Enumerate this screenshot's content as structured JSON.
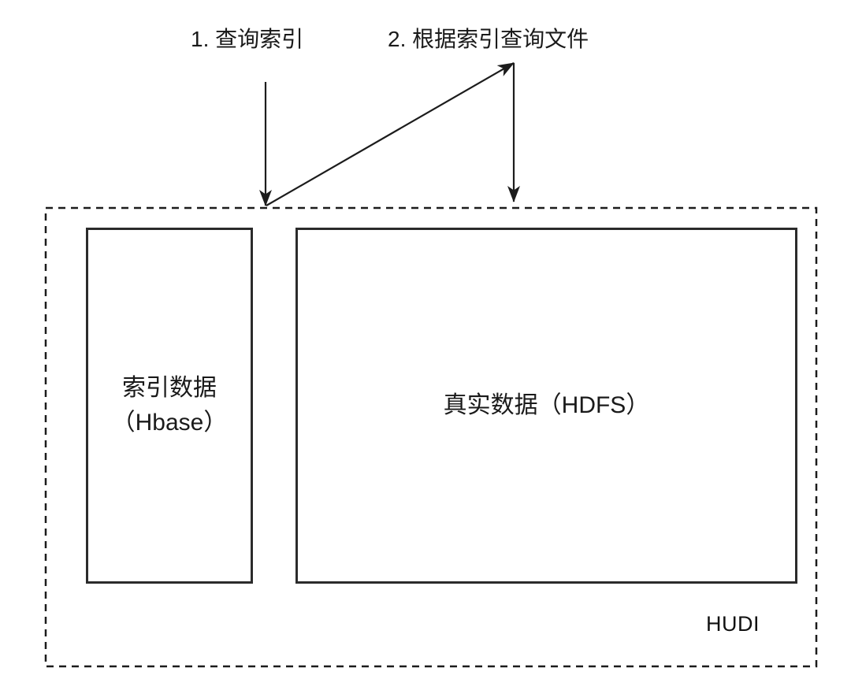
{
  "diagram": {
    "colors": {
      "background": "#ffffff",
      "line": "#1c1c1c",
      "text": "#1a1a1a"
    },
    "annotations": {
      "step1": "1. 查询索引",
      "step2": "2. 根据索引查询文件"
    },
    "container": {
      "label": "HUDI"
    },
    "boxes": {
      "index": {
        "line1": "索引数据",
        "line2": "（Hbase）"
      },
      "data": {
        "label": "真实数据（HDFS）"
      }
    },
    "arrows": [
      {
        "name": "step1-query-index-arrow",
        "shape": "vertical-down-arrow"
      },
      {
        "name": "step2-diagonal-arrow",
        "shape": "diagonal-up-right-arrow"
      },
      {
        "name": "step2-query-file-arrow",
        "shape": "vertical-down-arrow"
      }
    ]
  }
}
